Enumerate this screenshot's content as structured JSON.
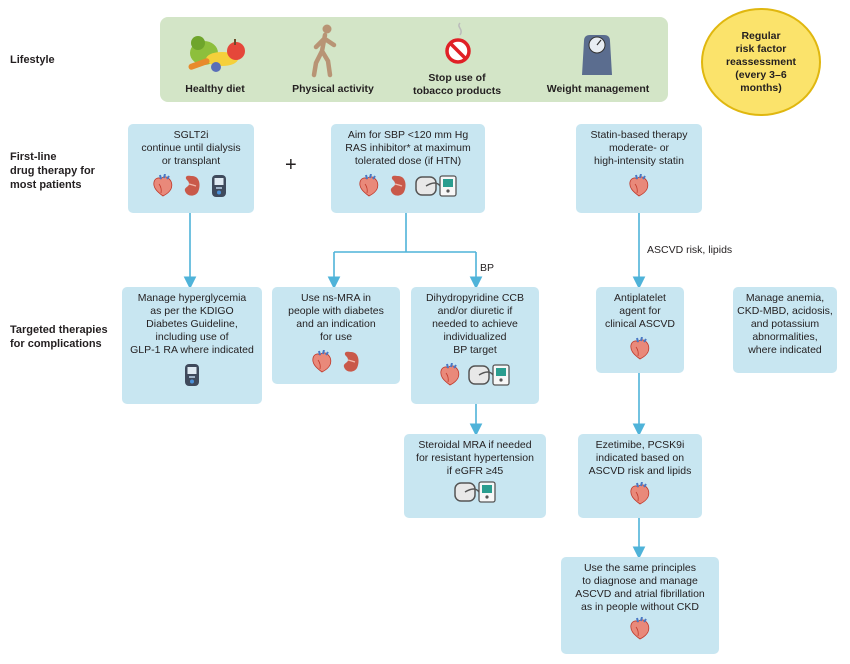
{
  "side_labels": {
    "lifestyle": "Lifestyle",
    "first_line": "First-line\ndrug therapy for\nmost patients",
    "targeted": "Targeted therapies\nfor complications"
  },
  "lifestyle": {
    "healthy_diet": "Healthy diet",
    "physical_activity": "Physical activity",
    "stop_tobacco": "Stop use of\ntobacco products",
    "weight_management": "Weight management"
  },
  "reassessment": "Regular\nrisk factor\nreassessment\n(every 3–6\nmonths)",
  "plus_sign": "+",
  "boxes": {
    "sglt2i": "SGLT2i\ncontinue until dialysis\nor transplant",
    "sbp": "Aim for SBP <120 mm Hg\nRAS inhibitor* at maximum\ntolerated dose (if HTN)",
    "statin": "Statin-based therapy\nmoderate- or\nhigh-intensity statin",
    "hyperglycemia": "Manage hyperglycemia\nas per the KDIGO\nDiabetes Guideline,\nincluding use of\nGLP-1 RA where indicated",
    "nsmra": "Use ns-MRA in\npeople with diabetes\nand an indication\nfor use",
    "dhp_ccb": "Dihydropyridine CCB\nand/or diuretic if\nneeded to achieve\nindividualized\nBP target",
    "antiplatelet": "Antiplatelet\nagent for\nclinical ASCVD",
    "anemia": "Manage anemia,\nCKD-MBD, acidosis,\nand potassium\nabnormalities,\nwhere indicated",
    "steroidal_mra": "Steroidal MRA if needed\nfor resistant hypertension\nif eGFR ≥45",
    "ezetimibe": "Ezetimibe, PCSK9i\nindicated based on\nASCVD risk and lipids",
    "same_principles": "Use the same principles\nto diagnose and manage\nASCVD and atrial fibrillation\nas in people without CKD"
  },
  "connector_labels": {
    "bp": "BP",
    "ascvd_lipids": "ASCVD risk, lipids"
  },
  "colors": {
    "box": "#c8e6f1",
    "arrow": "#4fb3d9",
    "lifestyle_band": "#d3e5c7",
    "reassess_fill": "#fbe36b"
  }
}
